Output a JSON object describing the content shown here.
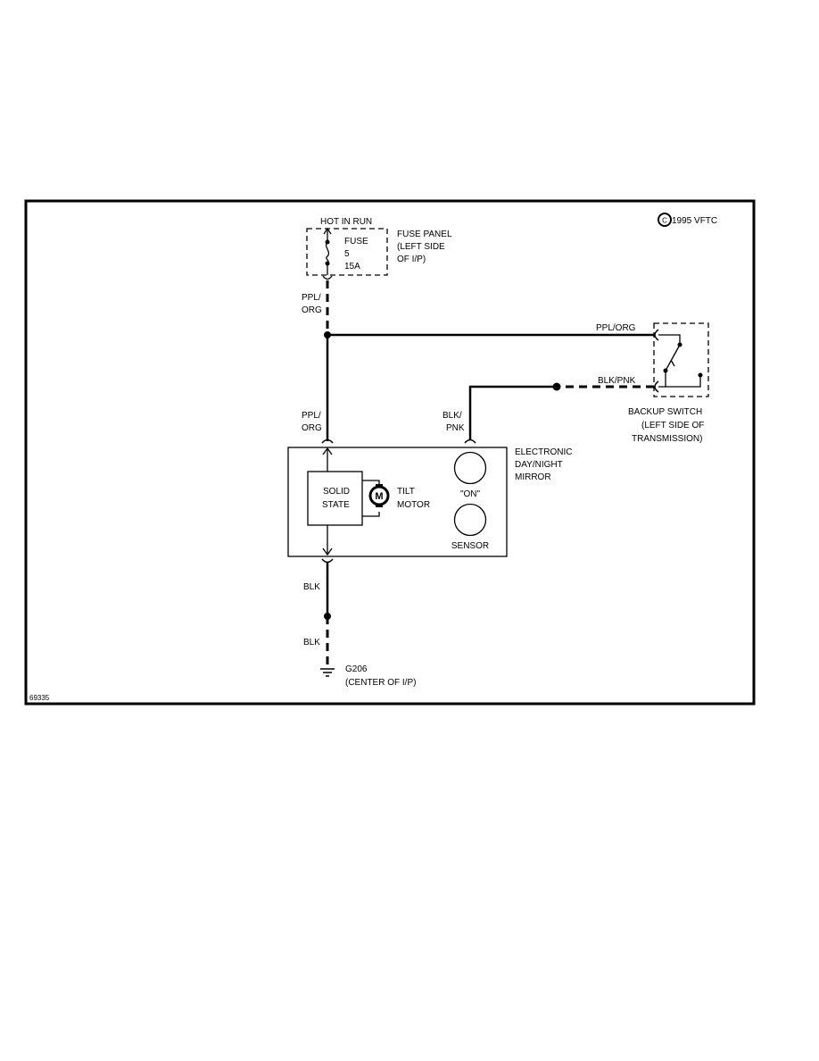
{
  "copyright": "1995 VFTC",
  "copyright_symbol": "C",
  "figure_id": "69335",
  "fuse_panel": {
    "hot_label": "HOT IN RUN",
    "fuse_label": "FUSE",
    "fuse_number": "5",
    "fuse_rating": "15A",
    "name_line1": "FUSE PANEL",
    "name_line2": "(LEFT SIDE",
    "name_line3": "OF I/P)"
  },
  "wires": {
    "fuse_out_line1": "PPL/",
    "fuse_out_line2": "ORG",
    "to_switch": "PPL/ORG",
    "switch_return": "BLK/PNK",
    "mirror_in_line1": "PPL/",
    "mirror_in_line2": "ORG",
    "mirror_sig_line1": "BLK/",
    "mirror_sig_line2": "PNK",
    "ground_upper": "BLK",
    "ground_lower": "BLK"
  },
  "backup_switch": {
    "line1": "BACKUP SWITCH",
    "line2": "(LEFT SIDE OF",
    "line3": "TRANSMISSION)"
  },
  "mirror": {
    "name_line1": "ELECTRONIC",
    "name_line2": "DAY/NIGHT",
    "name_line3": "MIRROR",
    "solid_state_line1": "SOLID",
    "solid_state_line2": "STATE",
    "motor_symbol": "M",
    "tilt_line1": "TILT",
    "tilt_line2": "MOTOR",
    "on_label": "\"ON\"",
    "sensor_label": "SENSOR"
  },
  "ground": {
    "name": "G206",
    "location": "(CENTER OF I/P)"
  }
}
